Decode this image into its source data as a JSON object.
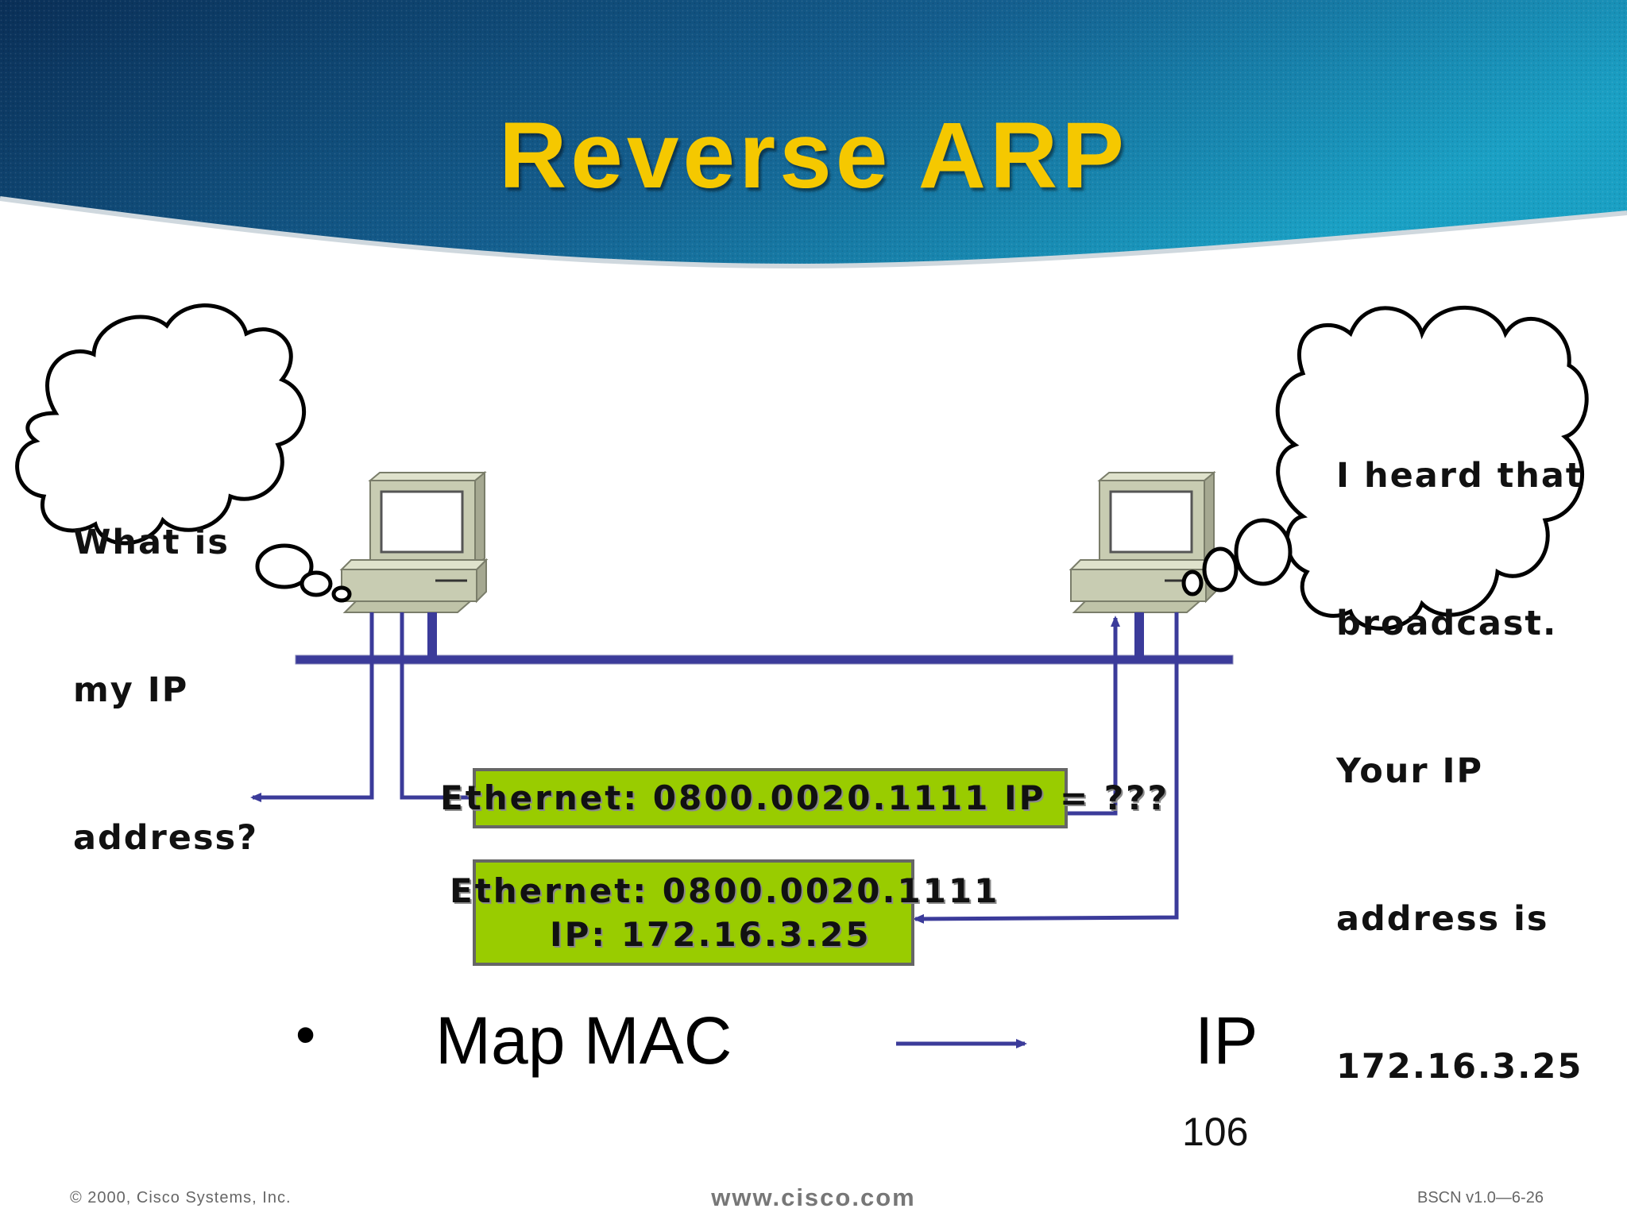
{
  "slide": {
    "title": "Reverse ARP",
    "left_cloud": {
      "lines": [
        "What is",
        "my IP",
        "address?"
      ]
    },
    "right_cloud": {
      "lines": [
        "I heard that",
        "broadcast.",
        "Your IP",
        "address is",
        "172.16.3.25"
      ]
    },
    "request_packet": {
      "text": "Ethernet: 0800.0020.1111 IP = ???"
    },
    "reply_packet": {
      "line1": "Ethernet: 0800.0020.1111",
      "line2": "IP: 172.16.3.25"
    },
    "bullet": {
      "marker": "•",
      "left": "Map MAC",
      "right": "IP"
    },
    "page_number": "106",
    "footer": {
      "copyright": "© 2000, Cisco Systems, Inc.",
      "website": "www.cisco.com",
      "course_code": "BSCN v1.0—6-26"
    }
  },
  "colors": {
    "title": "#f5c800",
    "banner_dark": "#0b3a66",
    "banner_light": "#1b8fb8",
    "network_line": "#3b3b9a",
    "packet_fill": "#99cc00",
    "computer": "#c8ccb2"
  },
  "icons": [
    "thought-cloud-icon",
    "computer-icon",
    "arrow-icon"
  ]
}
